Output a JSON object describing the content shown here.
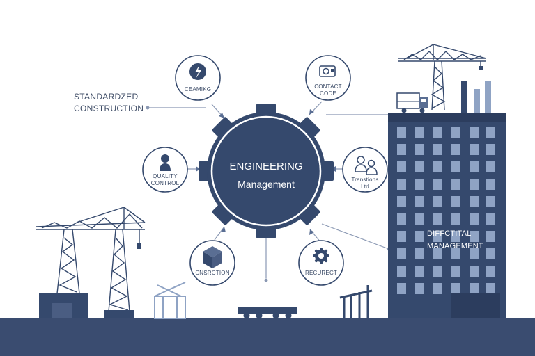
{
  "hub": {
    "line1": "ENGINEERING",
    "line2": "Management"
  },
  "side_labels": {
    "left_line1": "STANDARDZED",
    "left_line2": "CONSTRUCTION",
    "tower_line1": "DIFFCTITAL",
    "tower_line2": "MANAGEMENT"
  },
  "nodes": [
    {
      "icon": "lightning-icon",
      "label_line1": "CEAMIKG",
      "label_line2": ""
    },
    {
      "icon": "camera-icon",
      "label_line1": "CONTACT",
      "label_line2": "CODE"
    },
    {
      "icon": "person-icon",
      "label_line1": "QUALITY",
      "label_line2": "CONTROL"
    },
    {
      "icon": "people-icon",
      "label_line1": "Transtions",
      "label_line2": "Ltd"
    },
    {
      "icon": "box-icon",
      "label_line1": "CNSRCTION",
      "label_line2": ""
    },
    {
      "icon": "gear-icon",
      "label_line1": "RECURECT",
      "label_line2": ""
    }
  ],
  "colors": {
    "navy": "#35496d",
    "mid": "#5a6e93",
    "light": "#8fa3c4",
    "line": "#8a98b3",
    "ground": "#3a4c70"
  }
}
